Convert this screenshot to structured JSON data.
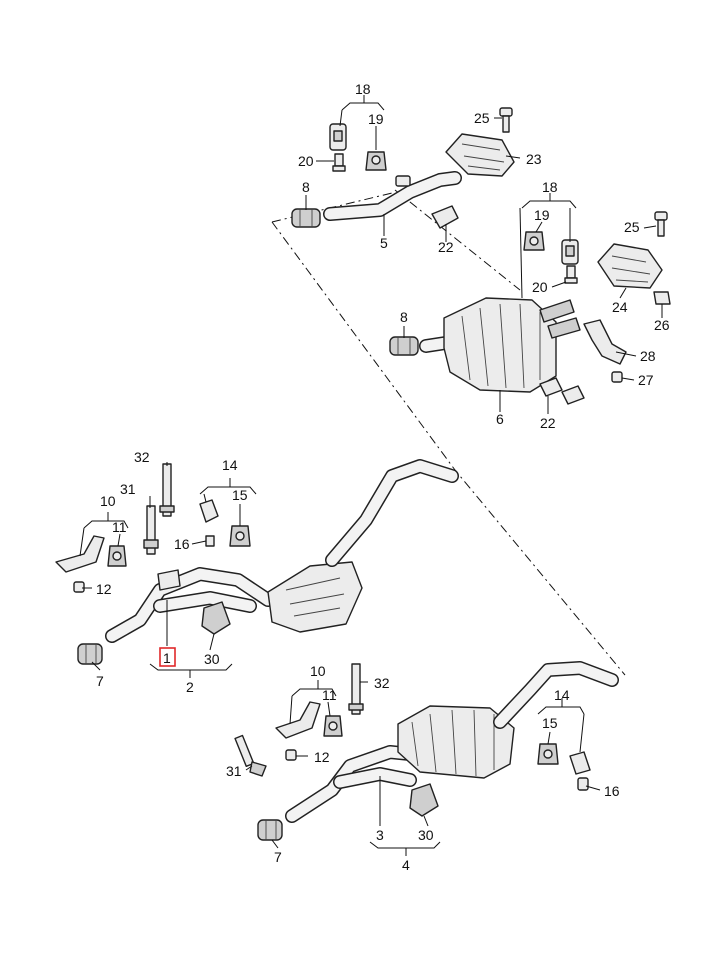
{
  "diagram": {
    "callouts": {
      "c18a": "18",
      "c19a": "19",
      "c20a": "20",
      "c25a": "25",
      "c23": "23",
      "c8a": "8",
      "c5": "5",
      "c22a": "22",
      "c18b": "18",
      "c19b": "19",
      "c25b": "25",
      "c20b": "20",
      "c24": "24",
      "c26": "26",
      "c8b": "8",
      "c28": "28",
      "c27": "27",
      "c6": "6",
      "c22b": "22",
      "c32a": "32",
      "c31a": "31",
      "c14a": "14",
      "c15a": "15",
      "c16a": "16",
      "c10a": "10",
      "c11a": "11",
      "c12a": "12",
      "c7a": "7",
      "c1": "1",
      "c30a": "30",
      "c2": "2",
      "c10b": "10",
      "c11b": "11",
      "c32b": "32",
      "c12b": "12",
      "c31b": "31",
      "c14b": "14",
      "c15b": "15",
      "c16b": "16",
      "c7b": "7",
      "c3": "3",
      "c30b": "30",
      "c4": "4"
    },
    "highlight_color": "#e0282a"
  }
}
